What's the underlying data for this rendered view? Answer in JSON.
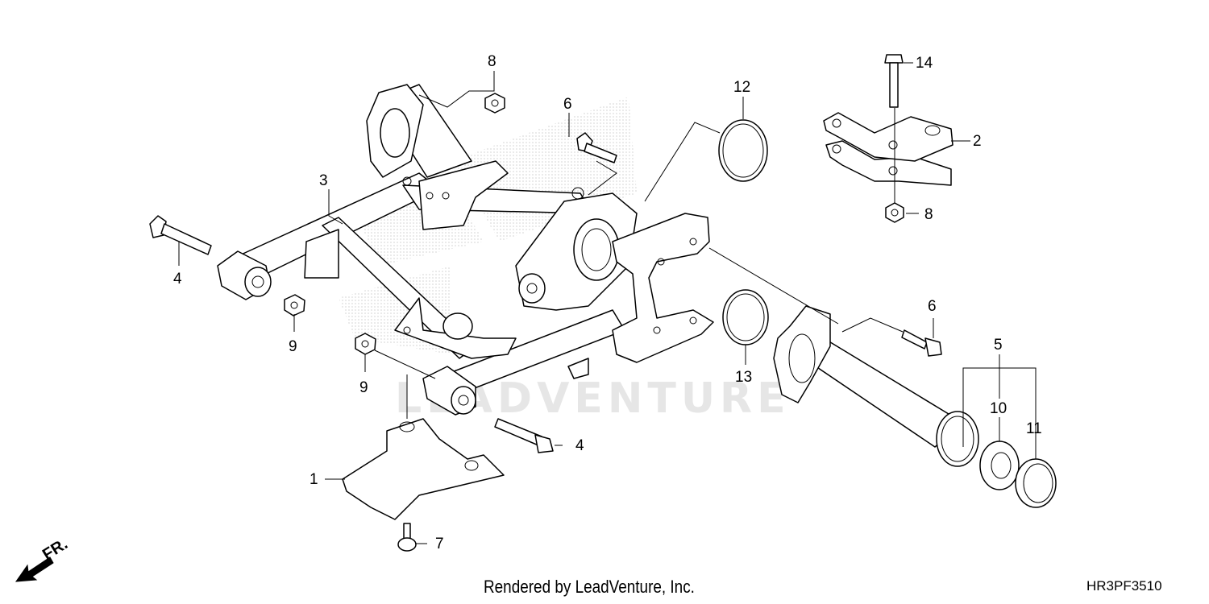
{
  "diagram": {
    "watermark": "LEADVENTURE",
    "direction_label": "FR.",
    "callouts": {
      "c1": "1",
      "c2": "2",
      "c3": "3",
      "c4a": "4",
      "c4b": "4",
      "c5": "5",
      "c6a": "6",
      "c6b": "6",
      "c7": "7",
      "c8a": "8",
      "c8b": "8",
      "c9a": "9",
      "c9b": "9",
      "c10": "10",
      "c11": "11",
      "c12": "12",
      "c13": "13",
      "c14": "14"
    }
  },
  "footer": {
    "credit": "Rendered by LeadVenture, Inc.",
    "diagram_code": "HR3PF3510"
  },
  "colors": {
    "line": "#000000",
    "watermark": "#e6e6e6",
    "stipple": "#9a9a9a"
  }
}
